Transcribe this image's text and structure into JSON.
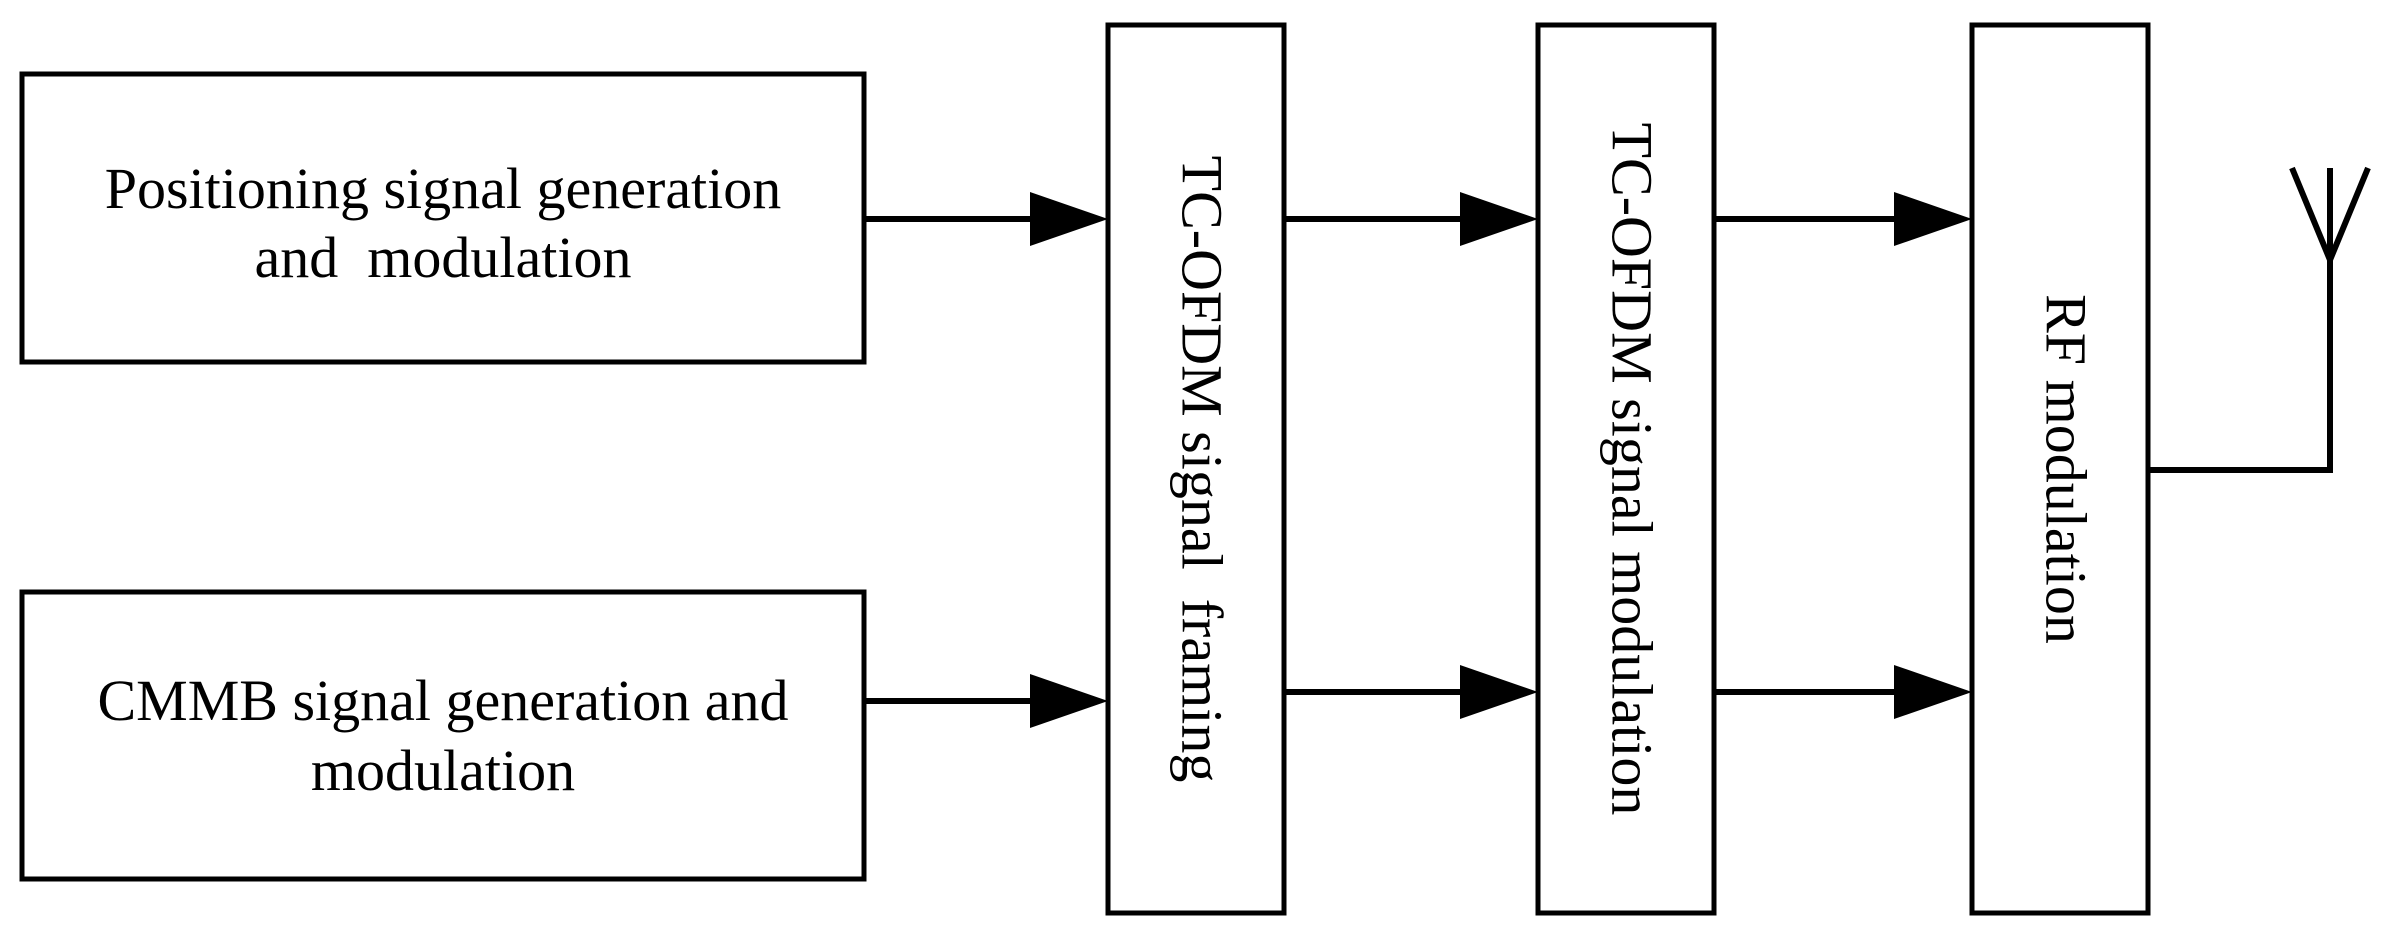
{
  "diagram": {
    "blocks": {
      "positioning": {
        "line1": "Positioning signal generation",
        "line2": "and  modulation"
      },
      "cmmb": {
        "line1": "CMMB signal generation and",
        "line2": "modulation"
      },
      "framing": {
        "label": "TC-OFDM signal  framing"
      },
      "ofdm_modulation": {
        "label": "TC-OFDM signal modulation"
      },
      "rf_modulation": {
        "label": "RF modulation"
      }
    },
    "antenna_icon": "antenna-icon",
    "colors": {
      "stroke": "#000000",
      "background": "#ffffff"
    }
  }
}
